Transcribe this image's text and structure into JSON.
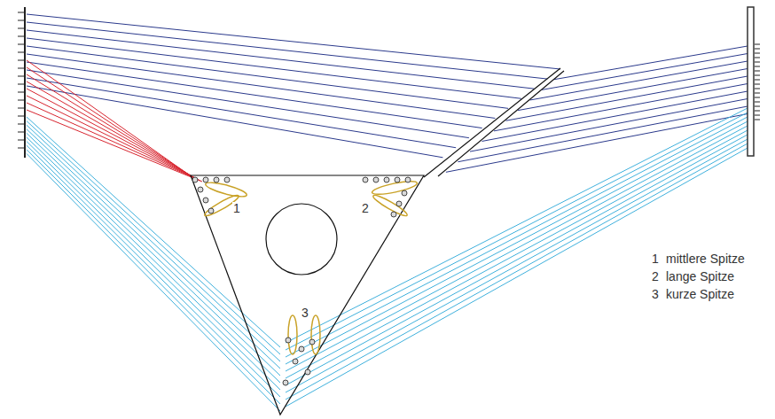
{
  "diagram": {
    "labels": [
      "1",
      "2",
      "3",
      "1",
      "mittlere Spitze",
      "2",
      "lange Spitze",
      "3",
      "kurze Spitze"
    ]
  }
}
